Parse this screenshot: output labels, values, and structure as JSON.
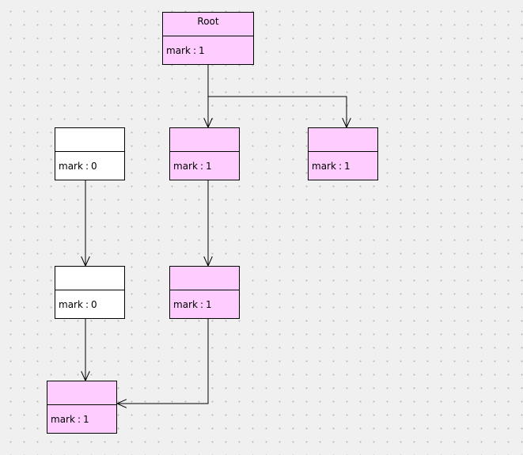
{
  "colors": {
    "marked_fill": "#ffccff",
    "unmarked_fill": "#ffffff",
    "stroke": "#000000",
    "canvas_bg": "#f0f0f0"
  },
  "nodes": [
    {
      "id": "root",
      "name": "Root",
      "attr_key": "mark",
      "sep": ":",
      "attr_value": "1",
      "marked": true
    },
    {
      "id": "n1",
      "name": "",
      "attr_key": "mark",
      "sep": ":",
      "attr_value": "1",
      "marked": true
    },
    {
      "id": "n2",
      "name": "",
      "attr_key": "mark",
      "sep": ":",
      "attr_value": "1",
      "marked": true
    },
    {
      "id": "n3",
      "name": "",
      "attr_key": "mark",
      "sep": ":",
      "attr_value": "0",
      "marked": false
    },
    {
      "id": "n4",
      "name": "",
      "attr_key": "mark",
      "sep": ":",
      "attr_value": "0",
      "marked": false
    },
    {
      "id": "n5",
      "name": "",
      "attr_key": "mark",
      "sep": ":",
      "attr_value": "1",
      "marked": true
    },
    {
      "id": "n6",
      "name": "",
      "attr_key": "mark",
      "sep": ":",
      "attr_value": "1",
      "marked": true
    }
  ],
  "edges": [
    {
      "from": "root",
      "to": "n1"
    },
    {
      "from": "root",
      "to": "n2"
    },
    {
      "from": "n1",
      "to": "n5"
    },
    {
      "from": "n3",
      "to": "n4"
    },
    {
      "from": "n4",
      "to": "n6"
    },
    {
      "from": "n5",
      "to": "n6"
    }
  ]
}
